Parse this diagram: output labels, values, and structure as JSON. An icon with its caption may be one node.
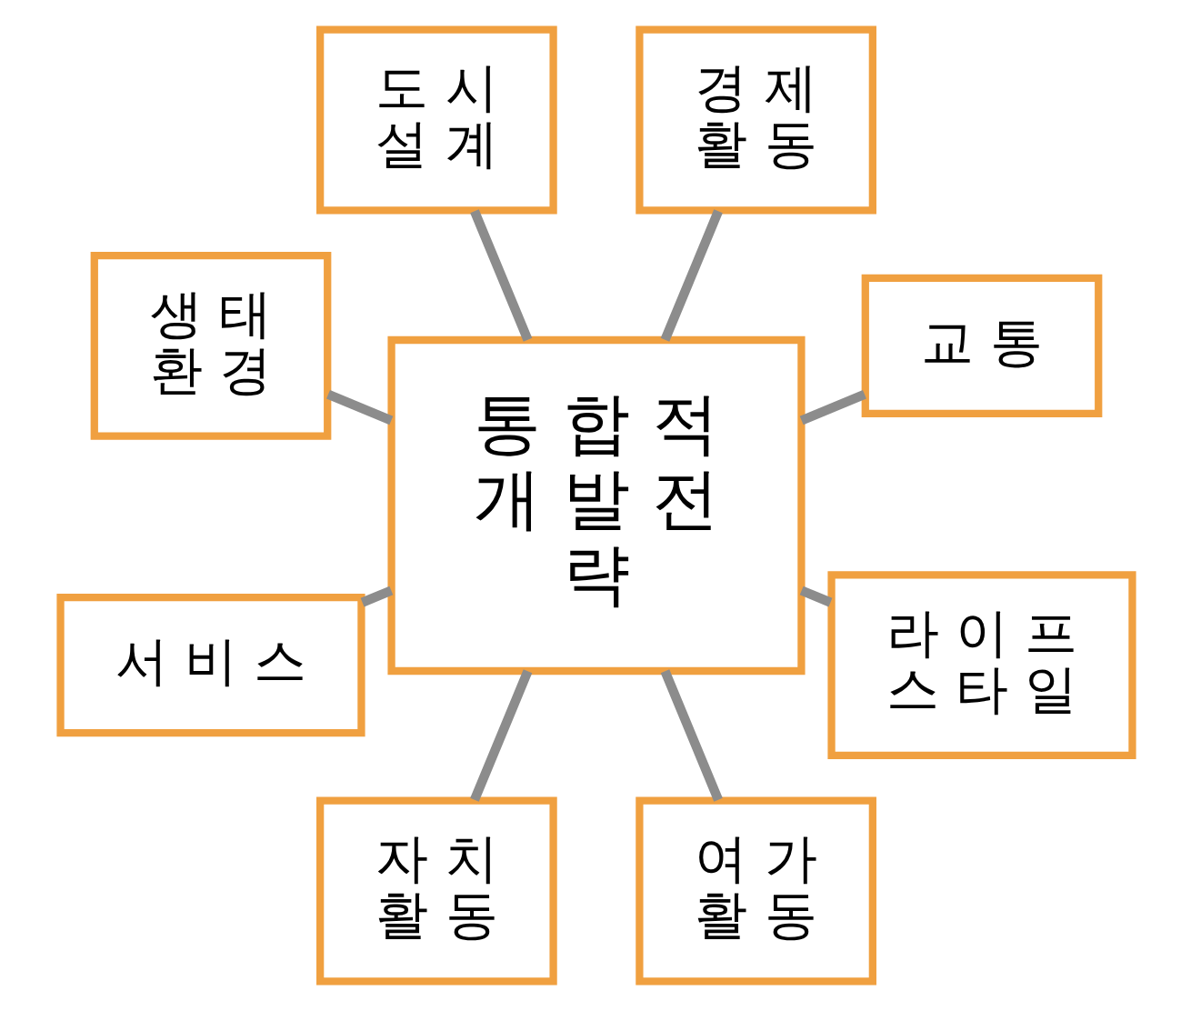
{
  "diagram": {
    "nodes": [
      {
        "text": [
          "교 통"
        ]
      },
      {
        "text": [
          "경 제 활 동"
        ]
      },
      {
        "text": [
          "도 시 설 계"
        ]
      },
      {
        "text": [
          "생 태 환 경"
        ]
      },
      {
        "text": [
          "통 합 적 개 발 전 략"
        ]
      },
      {
        "text": [
          "서 비 스"
        ]
      },
      {
        "text": [
          "자 치 활 동"
        ]
      },
      {
        "text": [
          "여 가 활 동"
        ]
      },
      {
        "text": [
          "라 이 프 스 타 일"
        ]
      }
    ],
    "edges": [
      {
        "from": 4,
        "to": 0,
        "arrow": "none"
      },
      {
        "from": 4,
        "to": 1,
        "arrow": "none"
      },
      {
        "from": 4,
        "to": 3,
        "arrow": "none"
      },
      {
        "from": 4,
        "to": 5,
        "arrow": "none"
      },
      {
        "from": 4,
        "to": 8,
        "arrow": "none"
      },
      {
        "from": 4,
        "to": 7,
        "arrow": "none"
      },
      {
        "from": 4,
        "to": 6,
        "arrow": "none"
      },
      {
        "from": 4,
        "to": 2,
        "arrow": "none"
      }
    ]
  }
}
